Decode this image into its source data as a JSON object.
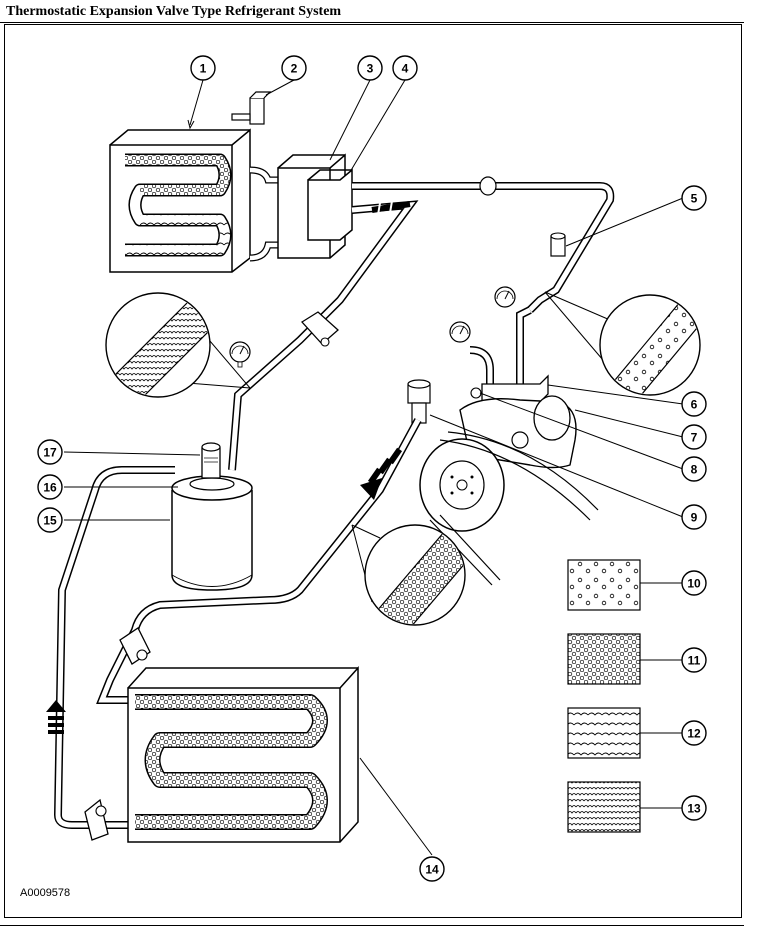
{
  "title": "Thermostatic Expansion Valve Type Refrigerant System",
  "figure_id": "A0009578",
  "callouts": [
    "1",
    "2",
    "3",
    "4",
    "5",
    "6",
    "7",
    "8",
    "9",
    "10",
    "11",
    "12",
    "13",
    "14",
    "15",
    "16",
    "17"
  ]
}
